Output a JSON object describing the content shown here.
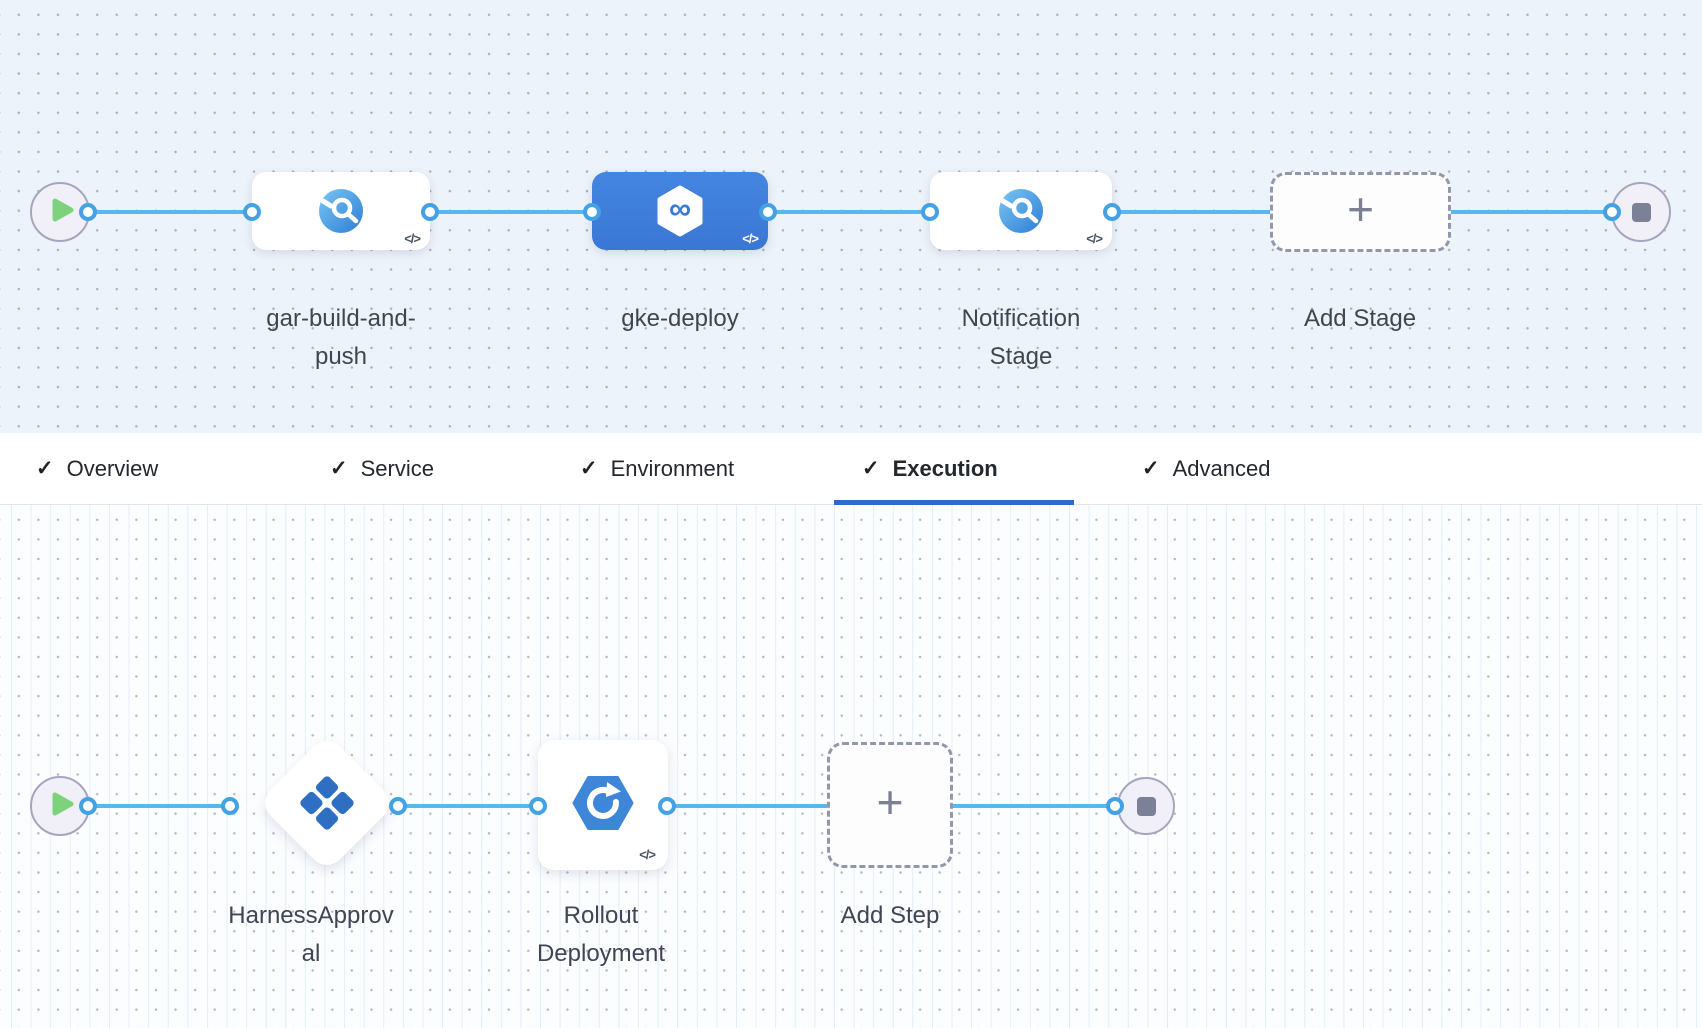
{
  "colors": {
    "canvas_top_bg": "#EDF3FA",
    "canvas_bottom_bg": "#FCFDFF",
    "edge_line_blue": "#58B7ED",
    "connector_ring_blue": "#43A1E4",
    "selected_stage_blue": "#3C7EDB",
    "tab_underline_blue": "#3068CC",
    "approval_icon_blue": "#2E6FC4",
    "play_green": "#7CD37C",
    "stop_gray": "#7B8197"
  },
  "stage_pipeline": {
    "infinity_glyph": "∞",
    "add_icon": "+",
    "add_stage_label": "Add Stage",
    "stages": [
      {
        "name": "gar-build-and-push",
        "label_lines": [
          "gar-build-and-",
          "push"
        ],
        "icon": "custom-stage-icon",
        "selected": false,
        "code_toggle": "</>"
      },
      {
        "name": "gke-deploy",
        "label_lines": [
          "gke-deploy"
        ],
        "icon": "cd-stage-icon",
        "selected": true,
        "code_toggle": "</>"
      },
      {
        "name": "Notification Stage",
        "label_lines": [
          "Notification",
          "Stage"
        ],
        "icon": "custom-stage-icon",
        "selected": false,
        "code_toggle": "</>"
      }
    ]
  },
  "tab_bar": {
    "check_glyph": "✓",
    "active_tab": "Execution",
    "tabs": [
      {
        "label": "Overview",
        "checked": true
      },
      {
        "label": "Service",
        "checked": true
      },
      {
        "label": "Environment",
        "checked": true
      },
      {
        "label": "Execution",
        "checked": true
      },
      {
        "label": "Advanced",
        "checked": true
      }
    ]
  },
  "execution_pipeline": {
    "add_icon": "+",
    "add_step_label": "Add Step",
    "steps": [
      {
        "name": "HarnessApproval",
        "label_lines": [
          "HarnessApprov",
          "al"
        ],
        "icon": "approval-icon",
        "shape": "diamond"
      },
      {
        "name": "Rollout Deployment",
        "label_lines": [
          "Rollout",
          "Deployment"
        ],
        "icon": "rollout-deployment-icon",
        "shape": "card",
        "code_toggle": "</>"
      }
    ]
  }
}
